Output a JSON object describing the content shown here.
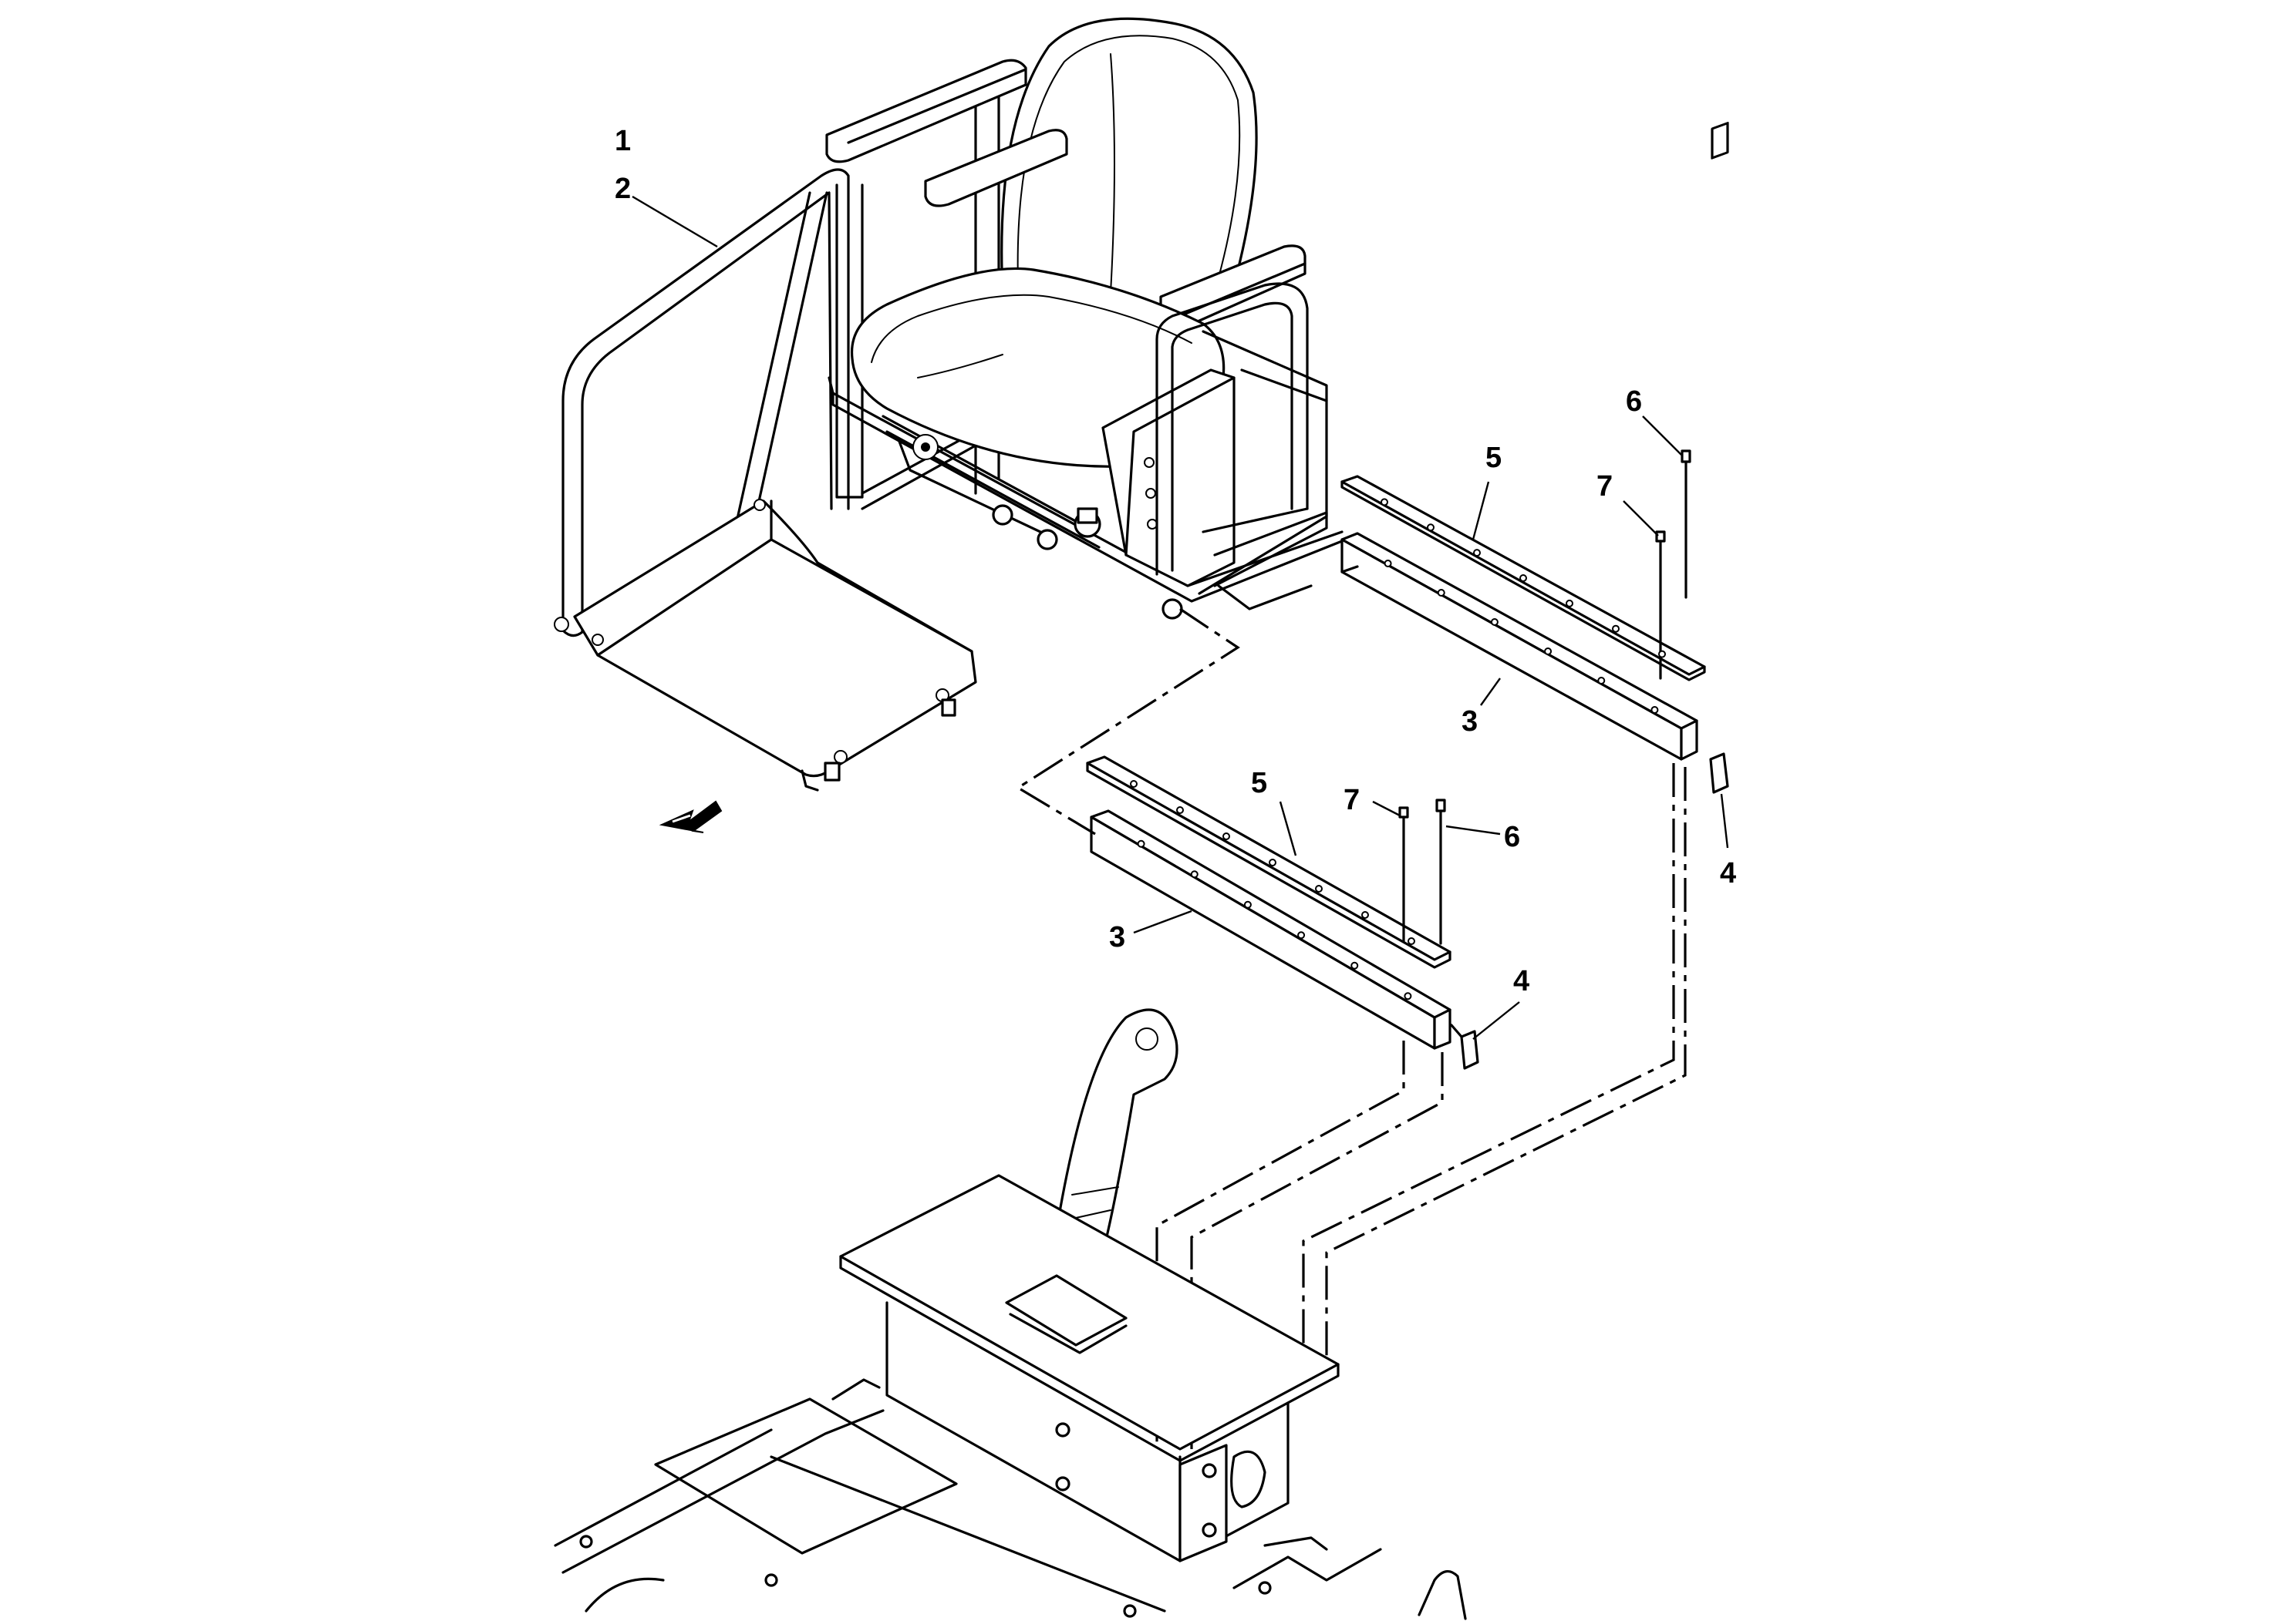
{
  "diagram": {
    "type": "exploded-parts-view",
    "callouts": [
      {
        "id": "c1",
        "label": "1"
      },
      {
        "id": "c2",
        "label": "2"
      },
      {
        "id": "c3a",
        "label": "3"
      },
      {
        "id": "c3b",
        "label": "3"
      },
      {
        "id": "c4a",
        "label": "4"
      },
      {
        "id": "c4b",
        "label": "4"
      },
      {
        "id": "c5a",
        "label": "5"
      },
      {
        "id": "c5b",
        "label": "5"
      },
      {
        "id": "c6a",
        "label": "6"
      },
      {
        "id": "c6b",
        "label": "6"
      },
      {
        "id": "c7a",
        "label": "7"
      },
      {
        "id": "c7b",
        "label": "7"
      }
    ],
    "direction_arrow": "arrow-icon"
  }
}
